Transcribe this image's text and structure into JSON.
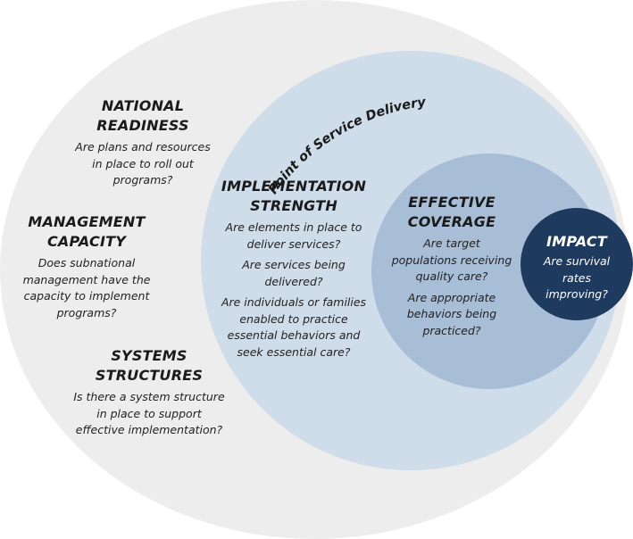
{
  "diagram": {
    "arc_label": "Point of Service Delivery",
    "colors": {
      "outer": "#ededed",
      "service_delivery": "#cfdcea",
      "effective_coverage": "#a8bdd6",
      "impact": "#1e3a5f"
    },
    "national_readiness": {
      "title_line1": "NATIONAL",
      "title_line2": "READINESS",
      "questions": [
        "Are plans and resources in place to roll out programs?"
      ],
      "question_lines": [
        "Are plans and resources",
        "in place to roll out",
        "programs?"
      ]
    },
    "management_capacity": {
      "title_line1": "MANAGEMENT",
      "title_line2": "CAPACITY",
      "question_lines": [
        "Does subnational",
        "management have the",
        "capacity to implement",
        "programs?"
      ]
    },
    "systems_structures": {
      "title_line1": "SYSTEMS",
      "title_line2": "STRUCTURES",
      "question_lines": [
        "Is there a system structure",
        "in place to support",
        "effective implementation?"
      ]
    },
    "implementation_strength": {
      "title_line1": "IMPLEMENTATION",
      "title_line2": "STRENGTH",
      "q1_lines": [
        "Are elements in place to",
        "deliver services?"
      ],
      "q2_lines": [
        "Are services being",
        "delivered?"
      ],
      "q3_lines": [
        "Are individuals or families",
        "enabled to practice",
        "essential behaviors and",
        "seek essential care?"
      ]
    },
    "effective_coverage": {
      "title_line1": "EFFECTIVE",
      "title_line2": "COVERAGE",
      "q1_lines": [
        "Are target",
        "populations receiving",
        "quality care?"
      ],
      "q2_lines": [
        "Are appropriate",
        "behaviors being",
        "practiced?"
      ]
    },
    "impact": {
      "title": "IMPACT",
      "question_lines": [
        "Are survival",
        "rates",
        "improving?"
      ]
    }
  }
}
